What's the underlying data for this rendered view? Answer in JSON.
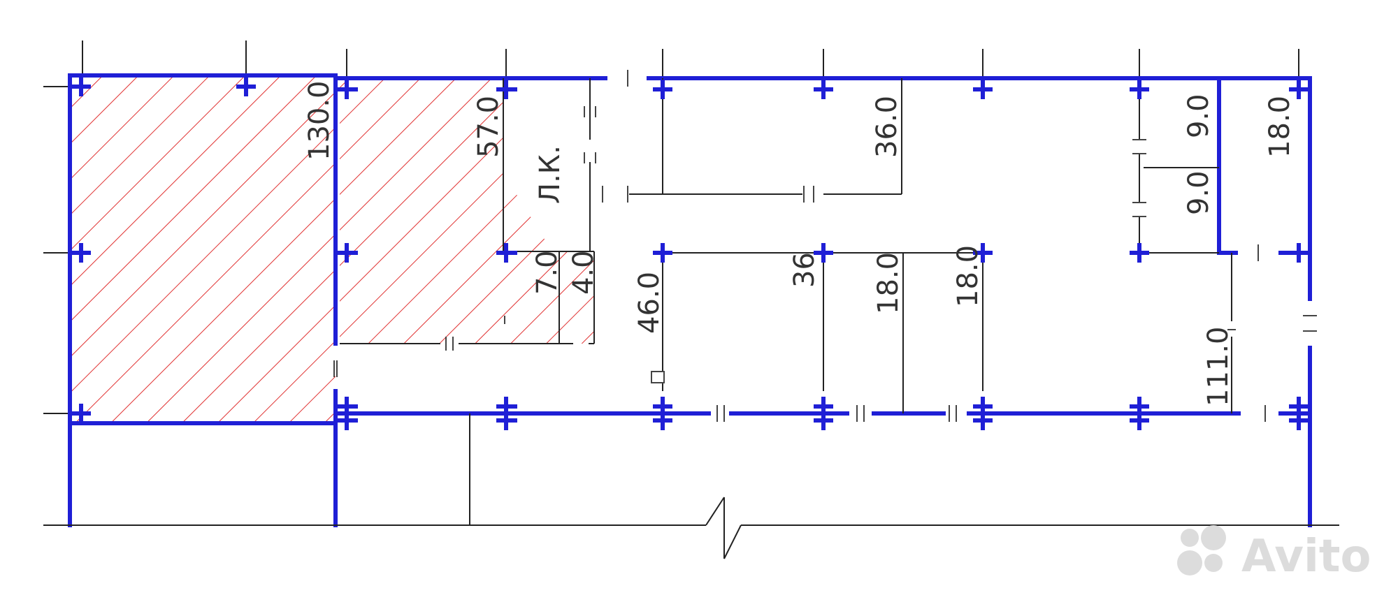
{
  "diagram": {
    "colors": {
      "walls": "#1f1fd6",
      "hatch": "#e03030",
      "lines": "#222222",
      "watermark": "#dcdcdc"
    },
    "dimensions": {
      "d130": "130.0",
      "d57": "57.0",
      "d36top": "36.0",
      "d9a": "9.0",
      "d9b": "9.0",
      "d18right": "18.0",
      "d7": "7.0",
      "d4": "4.0",
      "d46": "46.0",
      "d36mid": "36",
      "d18a": "18.0",
      "d18b": "18.0",
      "d111": "111.0"
    },
    "labels": {
      "lk": "Л.К."
    },
    "watermark": {
      "text": "Avito",
      "icon": "avito-logo-icon"
    }
  }
}
